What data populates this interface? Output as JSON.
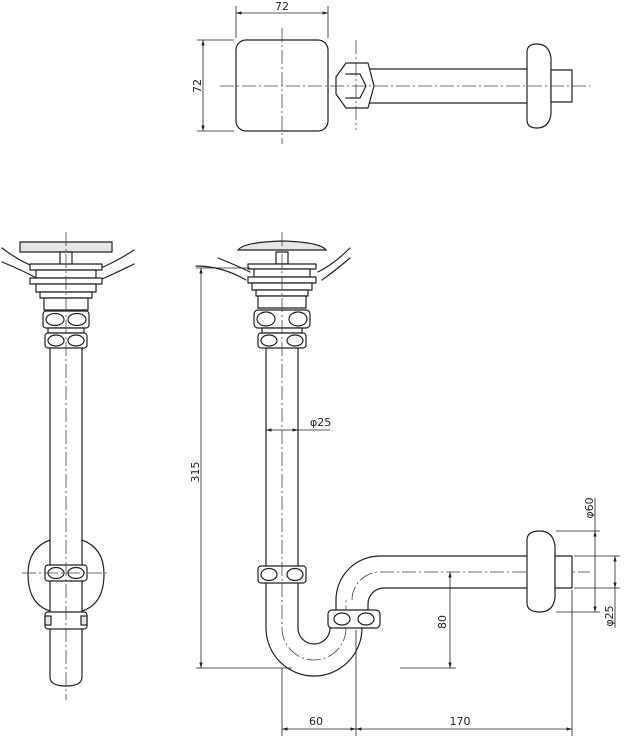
{
  "drawing": {
    "dimensions": {
      "top_width": "72",
      "top_height": "72",
      "total_height": "315",
      "pipe_diameter": "φ25",
      "flange_diameter": "φ60",
      "outlet_diameter": "φ25",
      "trap_height": "80",
      "trap_offset": "60",
      "outlet_length": "170"
    }
  }
}
